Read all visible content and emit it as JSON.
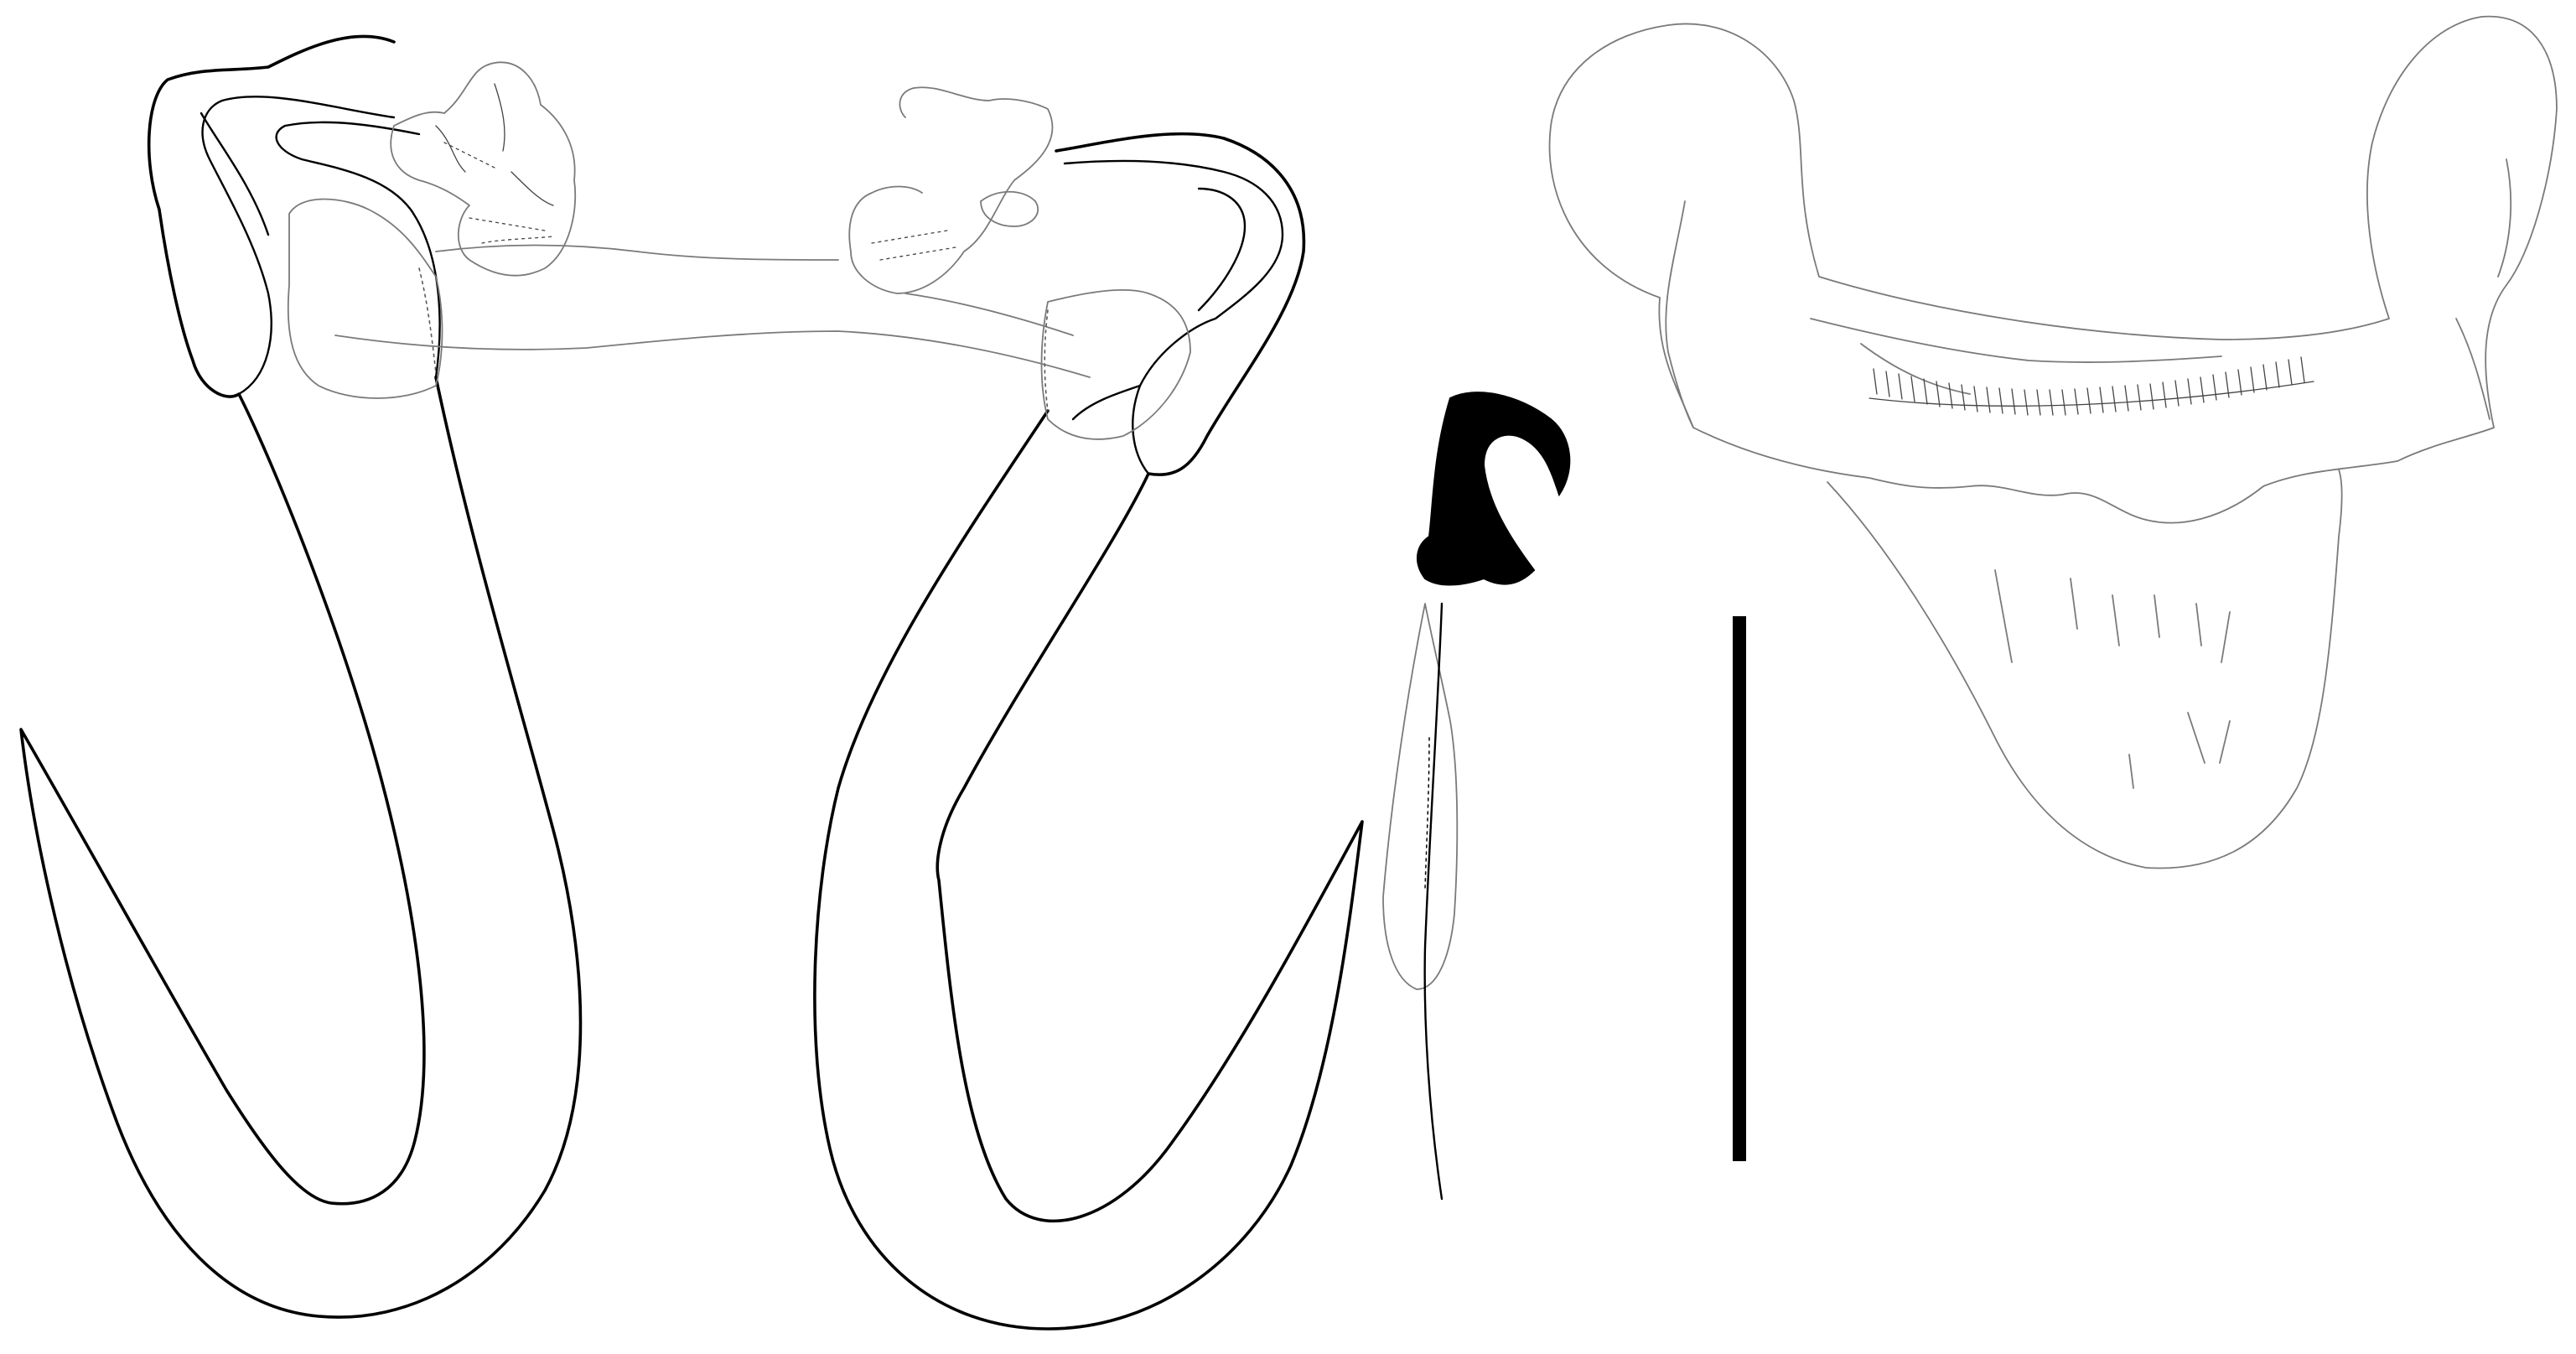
{
  "figure": {
    "colors": {
      "line": "#000000",
      "faint_line": "#7a7a7a",
      "background": "#ffffff"
    },
    "parts": [
      "anchor-left",
      "anchor-right",
      "ventral-bar",
      "hook",
      "dorsal-bar",
      "scale-bar"
    ]
  }
}
